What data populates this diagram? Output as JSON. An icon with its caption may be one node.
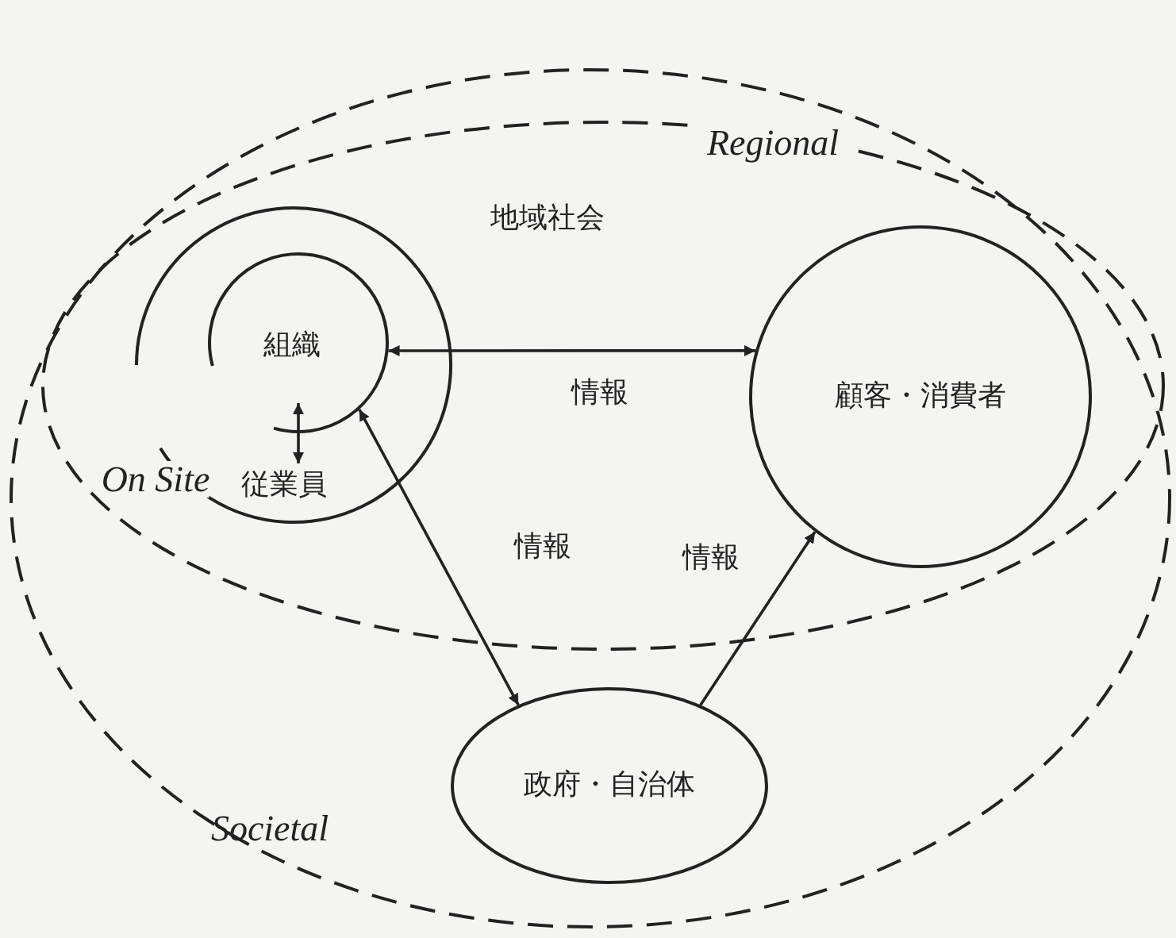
{
  "diagram": {
    "nodes": [
      {
        "text": [
          "Societal"
        ]
      },
      {
        "text": [
          "Regional",
          "地域社会"
        ],
        "in": 0
      },
      {
        "text": [
          "On Site"
        ],
        "in": 1
      },
      {
        "text": [
          "組織"
        ],
        "in": 2
      },
      {
        "text": [
          "従業員"
        ],
        "in": 2
      },
      {
        "text": [
          "顧客・消費者"
        ],
        "in": 1
      },
      {
        "text": [
          "政府・自治体"
        ],
        "in": 0
      }
    ],
    "edges": [
      {
        "from": 3,
        "to": 5,
        "arrow": "both",
        "label": "情報"
      },
      {
        "from": 3,
        "to": 6,
        "arrow": "both",
        "label": "情報"
      },
      {
        "from": 6,
        "to": 5,
        "arrow": "to",
        "label": "情報"
      },
      {
        "from": 3,
        "to": 4,
        "arrow": "both"
      }
    ]
  }
}
